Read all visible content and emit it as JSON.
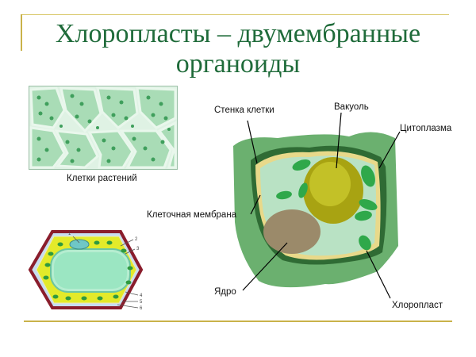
{
  "title_line1": "Хлоропласты – двумембранные",
  "title_line2": "органоиды",
  "micro_caption": "Клетки растений",
  "labels": {
    "wall": "Стенка клетки",
    "vacuole": "Вакуоль",
    "cytoplasm": "Цитоплазма",
    "membrane": "Клеточная мембрана",
    "nucleus": "Ядро",
    "chloroplast": "Хлоропласт"
  },
  "schema_numbers": [
    "1",
    "2",
    "3",
    "4",
    "5",
    "6"
  ],
  "colors": {
    "title": "#1f6b3a",
    "cell_outer": "#4f9a55",
    "cell_wall_dark": "#2f6b34",
    "membrane": "#e8d98a",
    "cytoplasm": "#b9e2c4",
    "chloroplast": "#2fa84a",
    "vacuole": "#a8a312",
    "nucleus": "#9b8a6a"
  }
}
